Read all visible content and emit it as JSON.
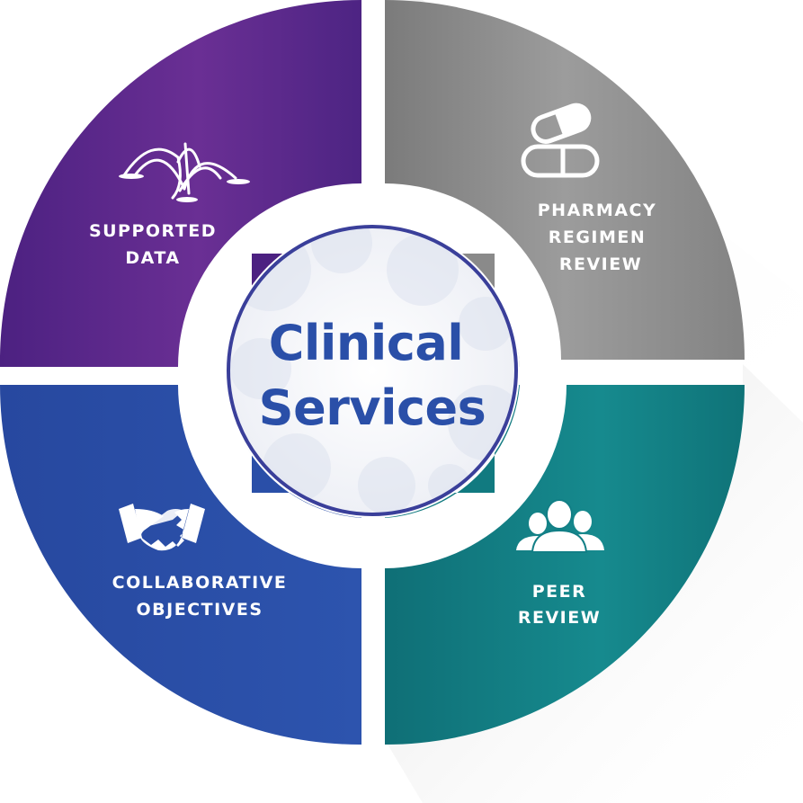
{
  "center": {
    "line1": "Clinical",
    "line2": "Services",
    "color": "#2a4fa8"
  },
  "quadrants": {
    "top_left": {
      "line1": "SUPPORTED",
      "line2": "DATA",
      "icon": "fountain-icon",
      "color": "#5b2d8e"
    },
    "top_right": {
      "line1": "PHARMACY",
      "line2": "REGIMEN",
      "line3": "REVIEW",
      "icon": "pill-capsules-icon",
      "color": "#8f8f8f"
    },
    "bottom_left": {
      "line1": "COLLABORATIVE",
      "line2": "OBJECTIVES",
      "icon": "handshake-icon",
      "color": "#2a4fa8"
    },
    "bottom_right": {
      "line1": "PEER",
      "line2": "REVIEW",
      "icon": "group-people-icon",
      "color": "#127f86"
    }
  }
}
